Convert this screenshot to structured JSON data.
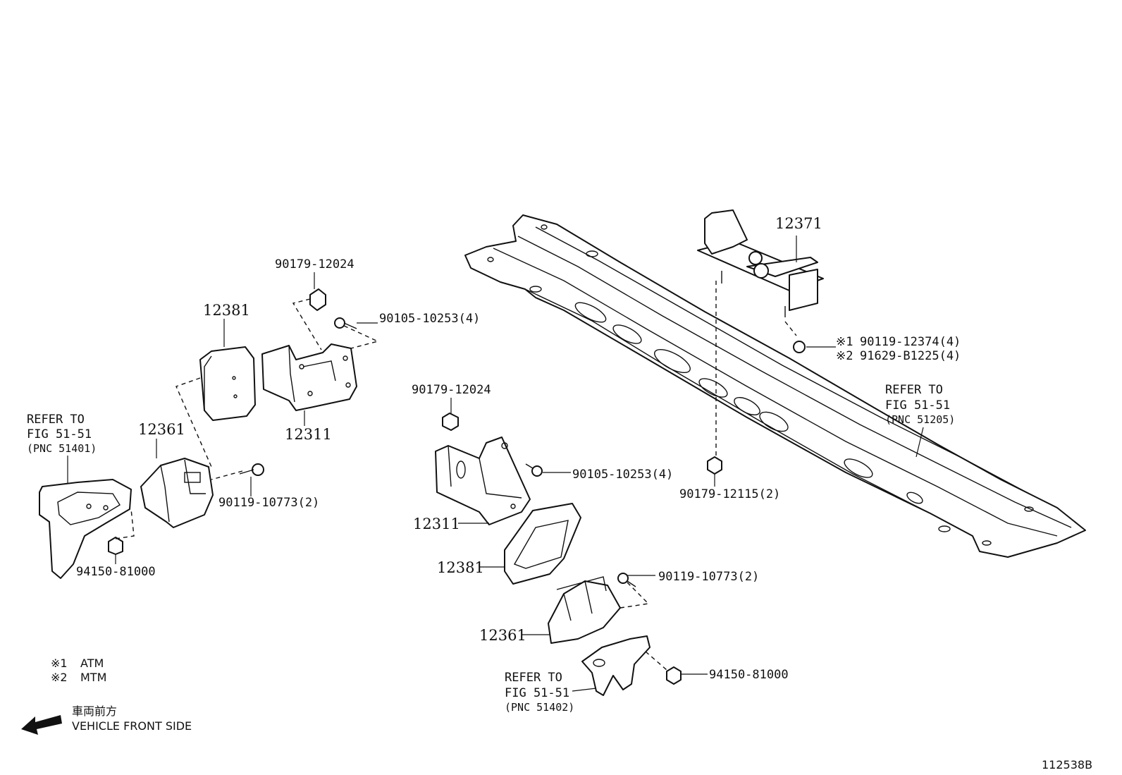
{
  "labels": {
    "nut_90179_12024_left": "90179-12024",
    "bolt_90105_10253_left": "90105-10253(4)",
    "pn_12381_left": "12381",
    "pn_12311_left": "12311",
    "pn_12361_left": "12361",
    "bolt_90119_10773_left": "90119-10773(2)",
    "nut_94150_81000_left": "94150-81000",
    "refer_left_1": "REFER TO",
    "refer_left_2": "FIG 51-51",
    "refer_left_3": "(PNC 51401)",
    "pn_12371": "12371",
    "bolt_atm_mark": "※1",
    "bolt_atm": "90119-12374(4)",
    "bolt_mtm_mark": "※2",
    "bolt_mtm": "91629-B1225(4)",
    "refer_right_1": "REFER TO",
    "refer_right_2": "FIG 51-51",
    "refer_right_3": "(PNC 51205)",
    "nut_90179_12115": "90179-12115(2)",
    "nut_90179_12024_right": "90179-12024",
    "bolt_90105_10253_right": "90105-10253(4)",
    "pn_12311_right": "12311",
    "pn_12381_right": "12381",
    "bolt_90119_10773_right": "90119-10773(2)",
    "pn_12361_right": "12361",
    "nut_94150_81000_right": "94150-81000",
    "refer_bottom_1": "REFER TO",
    "refer_bottom_2": "FIG 51-51",
    "refer_bottom_3": "(PNC 51402)"
  },
  "legend": {
    "mark1": "※1",
    "atm": "ATM",
    "mark2": "※2",
    "mtm": "MTM",
    "front_jp": "車両前方",
    "front_en": "VEHICLE FRONT SIDE"
  },
  "figure_id": "112538B"
}
